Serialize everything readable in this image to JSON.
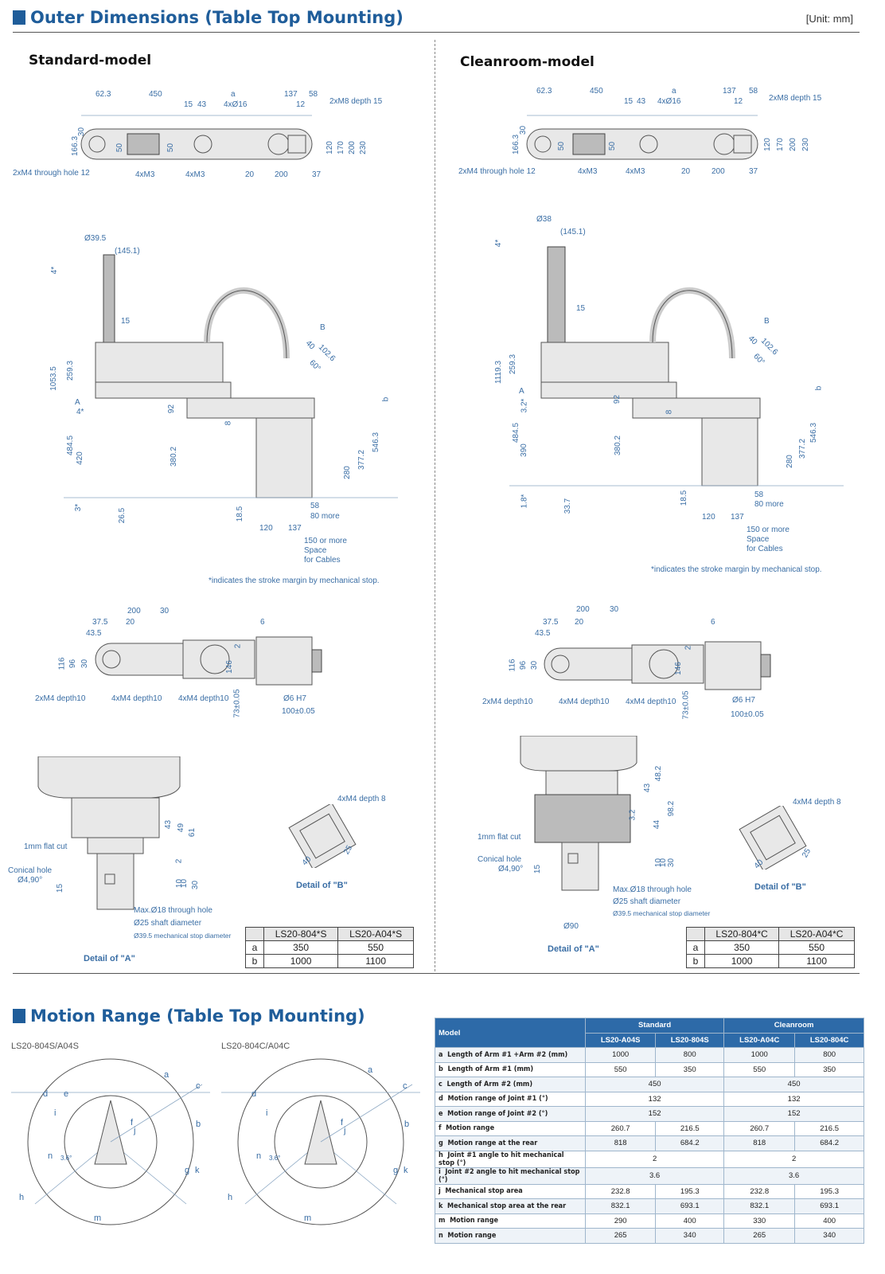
{
  "header": {
    "title": "Outer Dimensions (Table Top Mounting)",
    "unit": "[Unit: mm]"
  },
  "standard": {
    "title": "Standard-model",
    "top_dims": [
      "62.3",
      "450",
      "a",
      "137",
      "58",
      "15",
      "43",
      "4xØ16",
      "12",
      "2xM8 depth 15",
      "166.3",
      "30",
      "120",
      "170",
      "200",
      "230",
      "2xM4 through hole 12",
      "4xM3",
      "4xM3",
      "20",
      "200",
      "37",
      "50",
      "50"
    ],
    "side_dims": [
      "Ø39.5",
      "(145.1)",
      "4*",
      "15",
      "B",
      "40",
      "102.6",
      "60°",
      "1053.5",
      "259.3",
      "A",
      "4*",
      "92",
      "8",
      "b",
      "484.5",
      "420",
      "380.2",
      "546.3",
      "377.2",
      "280",
      "3*",
      "26.5",
      "18.5",
      "58",
      "80 more",
      "120",
      "137"
    ],
    "cable_note": "150 or more\nSpace\nfor Cables",
    "stroke_note": "*indicates the stroke margin by mechanical stop.",
    "bottom_dims": [
      "200",
      "30",
      "37.5",
      "20",
      "43.5",
      "6",
      "116",
      "96",
      "30",
      "2",
      "146",
      "2xM4 depth10",
      "4xM4 depth10",
      "4xM4 depth10",
      "Ø6 H7",
      "73±0.05",
      "100±0.05"
    ],
    "detail_a": {
      "label": "Detail of \"A\"",
      "dims": [
        "43",
        "49",
        "61",
        "1mm flat cut",
        "2",
        "Conical hole",
        "Ø4,90°",
        "15",
        "10",
        "10",
        "30",
        "Max.Ø18 through hole",
        "Ø25 shaft diameter",
        "Ø39.5 mechanical stop diameter"
      ]
    },
    "detail_b": {
      "label": "Detail of \"B\"",
      "dims": [
        "4xM4 depth 8",
        "40",
        "25"
      ]
    },
    "ab_table": {
      "headers": [
        "",
        "LS20-804*S",
        "LS20-A04*S"
      ],
      "rows": [
        [
          "a",
          "350",
          "550"
        ],
        [
          "b",
          "1000",
          "1100"
        ]
      ]
    }
  },
  "clean": {
    "title": "Cleanroom-model",
    "top_dims": [
      "62.3",
      "450",
      "a",
      "137",
      "58",
      "15",
      "43",
      "4xØ16",
      "12",
      "2xM8 depth 15",
      "166.3",
      "30",
      "120",
      "170",
      "200",
      "230",
      "2xM4 through hole 12",
      "4xM3",
      "4xM3",
      "20",
      "200",
      "37",
      "50",
      "50"
    ],
    "side_dims": [
      "Ø38",
      "(145.1)",
      "4*",
      "15",
      "B",
      "40",
      "102.6",
      "60°",
      "1119.3",
      "259.3",
      "A",
      "3.2*",
      "92",
      "8",
      "b",
      "484.5",
      "390",
      "380.2",
      "546.3",
      "377.2",
      "280",
      "1.8*",
      "33.7",
      "18.5",
      "58",
      "80 more",
      "120",
      "137"
    ],
    "cable_note": "150 or more\nSpace\nfor Cables",
    "stroke_note": "*indicates the stroke margin by mechanical stop.",
    "bottom_dims": [
      "200",
      "30",
      "37.5",
      "20",
      "43.5",
      "6",
      "116",
      "96",
      "30",
      "2",
      "146",
      "2xM4 depth10",
      "4xM4 depth10",
      "4xM4 depth10",
      "Ø6 H7",
      "73±0.05",
      "100±0.05"
    ],
    "detail_a": {
      "label": "Detail of \"A\"",
      "dims": [
        "43",
        "48.2",
        "98.2",
        "3.2",
        "44",
        "1mm flat cut",
        "Conical hole",
        "Ø4,90°",
        "15",
        "10",
        "10",
        "30",
        "Max.Ø18 through hole",
        "Ø25 shaft diameter",
        "Ø39.5 mechanical stop diameter",
        "Ø90"
      ]
    },
    "detail_b": {
      "label": "Detail of \"B\"",
      "dims": [
        "4xM4 depth 8",
        "40",
        "25"
      ]
    },
    "ab_table": {
      "headers": [
        "",
        "LS20-804*C",
        "LS20-A04*C"
      ],
      "rows": [
        [
          "a",
          "350",
          "550"
        ],
        [
          "b",
          "1000",
          "1100"
        ]
      ]
    }
  },
  "motion": {
    "title": "Motion Range (Table Top Mounting)",
    "diagram_left_label": "LS20-804S/A04S",
    "diagram_right_label": "LS20-804C/A04C",
    "diagram_letters": [
      "a",
      "b",
      "c",
      "d",
      "e",
      "f",
      "g",
      "h",
      "i",
      "j",
      "k",
      "m",
      "n",
      "3.6°"
    ],
    "table": {
      "model_header": "Model",
      "group_headers": [
        "Standard",
        "Cleanroom"
      ],
      "sub_headers": [
        "LS20-A04S",
        "LS20-804S",
        "LS20-A04C",
        "LS20-804C"
      ],
      "rows": [
        {
          "key": "a",
          "label": "Length of Arm #1 +Arm #2 (mm)",
          "values": [
            "1000",
            "800",
            "1000",
            "800"
          ]
        },
        {
          "key": "b",
          "label": "Length of Arm #1 (mm)",
          "values": [
            "550",
            "350",
            "550",
            "350"
          ]
        },
        {
          "key": "c",
          "label": "Length of Arm #2 (mm)",
          "merged": [
            "450",
            "450"
          ]
        },
        {
          "key": "d",
          "label": "Motion range of Joint #1 (°)",
          "merged": [
            "132",
            "132"
          ]
        },
        {
          "key": "e",
          "label": "Motion range of Joint #2 (°)",
          "merged": [
            "152",
            "152"
          ]
        },
        {
          "key": "f",
          "label": "Motion range",
          "values": [
            "260.7",
            "216.5",
            "260.7",
            "216.5"
          ]
        },
        {
          "key": "g",
          "label": "Motion range at the rear",
          "values": [
            "818",
            "684.2",
            "818",
            "684.2"
          ]
        },
        {
          "key": "h",
          "label": "Joint #1 angle to hit mechanical stop (°)",
          "merged": [
            "2",
            "2"
          ]
        },
        {
          "key": "i",
          "label": "Joint #2 angle to hit mechanical stop (°)",
          "merged": [
            "3.6",
            "3.6"
          ]
        },
        {
          "key": "j",
          "label": "Mechanical stop area",
          "values": [
            "232.8",
            "195.3",
            "232.8",
            "195.3"
          ]
        },
        {
          "key": "k",
          "label": "Mechanical stop area at the rear",
          "values": [
            "832.1",
            "693.1",
            "832.1",
            "693.1"
          ]
        },
        {
          "key": "m",
          "label": "Motion range",
          "values": [
            "290",
            "400",
            "330",
            "400"
          ]
        },
        {
          "key": "n",
          "label": "Motion range",
          "values": [
            "265",
            "340",
            "265",
            "340"
          ]
        }
      ]
    }
  }
}
